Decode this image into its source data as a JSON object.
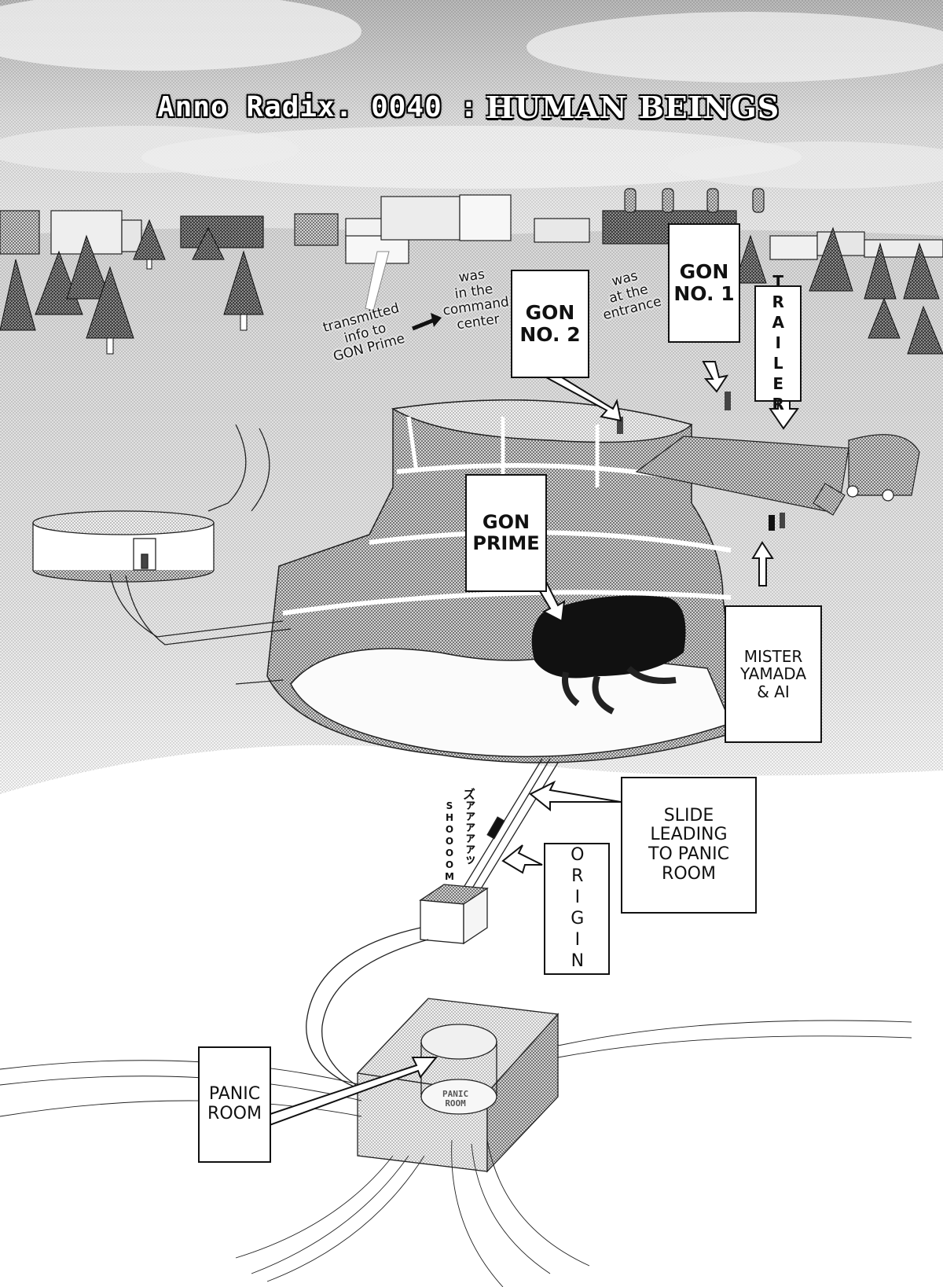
{
  "title": {
    "prefix": "Anno Radix. 0040 :",
    "chapter_name": "HUMAN BEINGS"
  },
  "annotations": {
    "transmitted": "transmitted\ninfo to\nGON Prime",
    "command_center": "was\nin the\ncommand\ncenter",
    "entrance": "was\nat the\nentrance"
  },
  "labels": {
    "gon_no2": "GON\nNO. 2",
    "gon_no1": "GON\nNO. 1",
    "trailer": "TRAILER",
    "gon_prime": "GON\nPRIME",
    "mister_yamada": "MISTER\nYAMADA\n& AI",
    "slide": "SLIDE\nLEADING\nTO PANIC\nROOM",
    "origin": "ORIGIN",
    "panic_room": "PANIC\nROOM"
  },
  "sound_effects": {
    "english": "SHOOOOM",
    "japanese": "ズァァァァァッ"
  },
  "sign": {
    "panic_room_sign": "PANIC\nROOM"
  },
  "colors": {
    "ink": "#111111",
    "screentone_light": "#d8d8d8",
    "screentone_mid": "#a8a8a8",
    "screentone_dark": "#777777",
    "paper": "#ffffff"
  }
}
